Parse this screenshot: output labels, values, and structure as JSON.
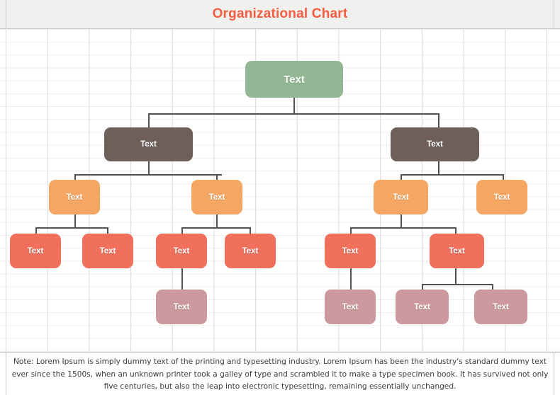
{
  "title": "Organizational Chart",
  "title_color": "#f45d42",
  "palette": {
    "level0": "#93b794",
    "level1": "#6e6059",
    "level2": "#f5a662",
    "level3": "#f0705c",
    "level4": "#cc9a9e",
    "connector": "#555150",
    "grid_major": "#d9d9d9",
    "grid_minor": "#ececec",
    "title_bar_bg": "#f0f0ee"
  },
  "nodes": {
    "root": {
      "label": "Text",
      "level": 0
    },
    "l1a": {
      "label": "Text",
      "level": 1
    },
    "l1b": {
      "label": "Text",
      "level": 1
    },
    "l2a": {
      "label": "Text",
      "level": 2
    },
    "l2b": {
      "label": "Text",
      "level": 2
    },
    "l2c": {
      "label": "Text",
      "level": 2
    },
    "l2d": {
      "label": "Text",
      "level": 2
    },
    "l3a": {
      "label": "Text",
      "level": 3
    },
    "l3b": {
      "label": "Text",
      "level": 3
    },
    "l3c": {
      "label": "Text",
      "level": 3
    },
    "l3d": {
      "label": "Text",
      "level": 3
    },
    "l3e": {
      "label": "Text",
      "level": 3
    },
    "l3f": {
      "label": "Text",
      "level": 3
    },
    "l4a": {
      "label": "Text",
      "level": 4
    },
    "l4b": {
      "label": "Text",
      "level": 4
    },
    "l4c": {
      "label": "Text",
      "level": 4
    },
    "l4d": {
      "label": "Text",
      "level": 4
    }
  },
  "note": {
    "text": "Note: Lorem Ipsum is simply dummy text of the printing and typesetting industry. Lorem Ipsum has been the industry's standard dummy text ever since the 1500s, when an unknown printer took a galley of type and scrambled it to make a type specimen book. It has survived not only five centuries, but also the leap into electronic typesetting, remaining essentially unchanged."
  }
}
